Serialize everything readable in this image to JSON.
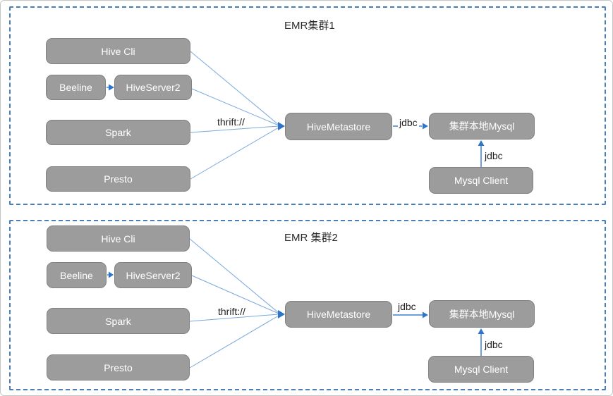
{
  "diagram": {
    "clusters": [
      {
        "title": "EMR集群1",
        "nodes": {
          "hive_cli": "Hive Cli",
          "beeline": "Beeline",
          "hiveserver2": "HiveServer2",
          "spark": "Spark",
          "presto": "Presto",
          "hive_metastore": "HiveMetastore",
          "local_mysql": "集群本地Mysql",
          "mysql_client": "Mysql Client"
        },
        "edge_labels": {
          "thrift": "thrift://",
          "jdbc_horizontal": "jdbc",
          "jdbc_vertical": "jdbc"
        }
      },
      {
        "title": "EMR 集群2",
        "nodes": {
          "hive_cli": "Hive Cli",
          "beeline": "Beeline",
          "hiveserver2": "HiveServer2",
          "spark": "Spark",
          "presto": "Presto",
          "hive_metastore": "HiveMetastore",
          "local_mysql": "集群本地Mysql",
          "mysql_client": "Mysql Client"
        },
        "edge_labels": {
          "thrift": "thrift://",
          "jdbc_horizontal": "jdbc",
          "jdbc_vertical": "jdbc"
        }
      }
    ],
    "colors": {
      "node_fill": "#9c9c9c",
      "node_border": "#818181",
      "node_text": "#ffffff",
      "connector_line": "#79a8dd",
      "strong_line": "#3f7fd0",
      "arrowhead": "#2e74c9",
      "cluster_border": "#4a7ebb",
      "label_text": "#1f1f1f"
    }
  }
}
